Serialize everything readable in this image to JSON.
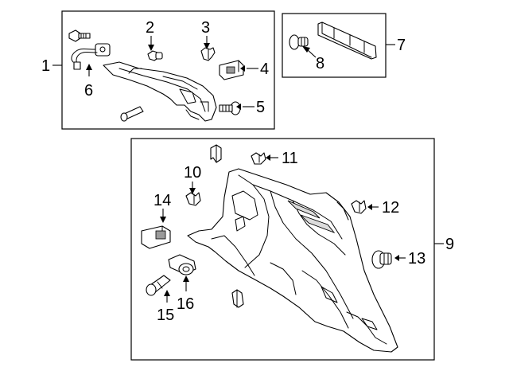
{
  "callouts": {
    "c1": "1",
    "c2": "2",
    "c3": "3",
    "c4": "4",
    "c5": "5",
    "c6": "6",
    "c7": "7",
    "c8": "8",
    "c9": "9",
    "c10": "10",
    "c11": "11",
    "c12": "12",
    "c13": "13",
    "c14": "14",
    "c15": "15",
    "c16": "16"
  },
  "colors": {
    "line": "#000000",
    "background": "#ffffff",
    "shade": "#dcdcdc"
  }
}
